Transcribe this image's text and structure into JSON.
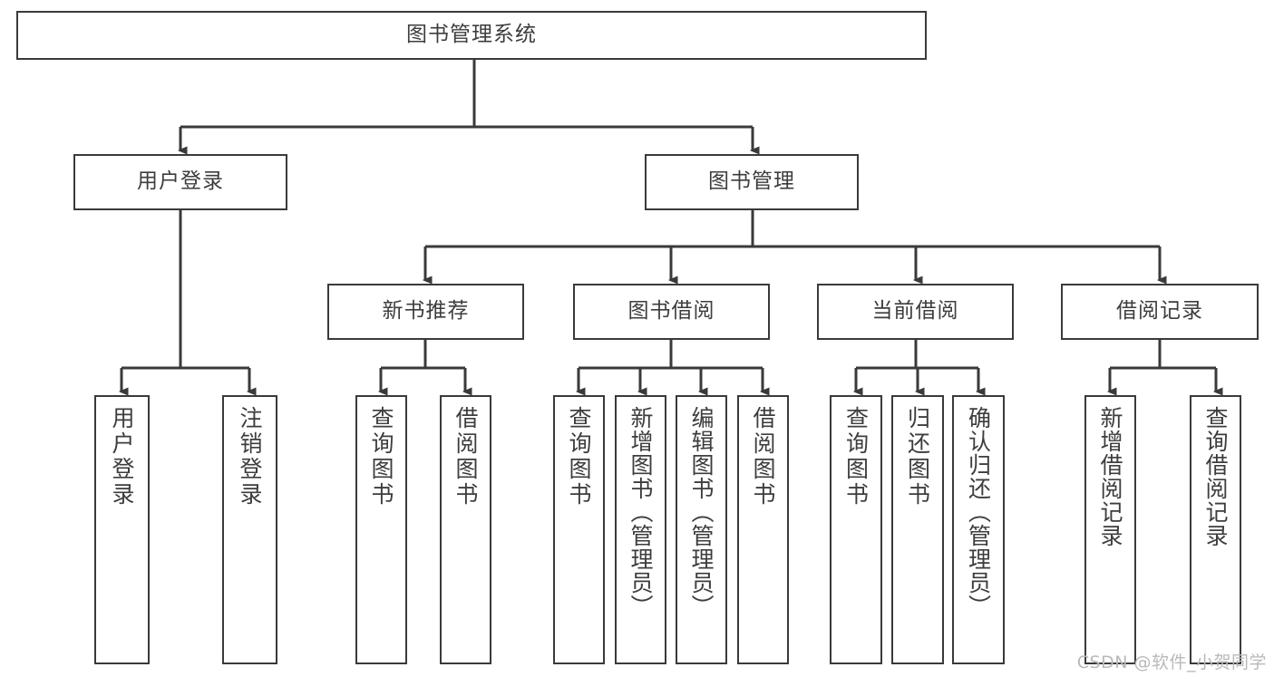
{
  "diagram": {
    "type": "tree-hierarchy",
    "title": "图书管理系统",
    "watermark": "CSDN @软件_小贺同学",
    "colors": {
      "box_border": "#3a3a3a",
      "box_fill": "#ffffff",
      "connector": "#3a3a3a",
      "text": "#3d3d3d",
      "watermark": "#b9b9b9",
      "background": "#ffffff"
    },
    "root": {
      "id": "root",
      "label": "图书管理系统"
    },
    "level2": [
      {
        "id": "user-login",
        "label": "用户登录"
      },
      {
        "id": "book-manage",
        "label": "图书管理"
      }
    ],
    "level3": [
      {
        "id": "new-book-recommend",
        "label": "新书推荐"
      },
      {
        "id": "book-borrow",
        "label": "图书借阅"
      },
      {
        "id": "current-borrow",
        "label": "当前借阅"
      },
      {
        "id": "borrow-record",
        "label": "借阅记录"
      }
    ],
    "leaves": {
      "user_login": [
        {
          "id": "leaf-user-login",
          "label": "用户登录"
        },
        {
          "id": "leaf-logout-login",
          "label": "注销登录"
        }
      ],
      "new_book_recommend": [
        {
          "id": "leaf-query-book-1",
          "label": "查询图书"
        },
        {
          "id": "leaf-borrow-book-1",
          "label": "借阅图书"
        }
      ],
      "book_borrow": [
        {
          "id": "leaf-query-book-2",
          "label": "查询图书"
        },
        {
          "id": "leaf-add-book",
          "label": "新增图书（管理员）"
        },
        {
          "id": "leaf-edit-book",
          "label": "编辑图书（管理员）"
        },
        {
          "id": "leaf-borrow-book-2",
          "label": "借阅图书"
        }
      ],
      "current_borrow": [
        {
          "id": "leaf-query-book-3",
          "label": "查询图书"
        },
        {
          "id": "leaf-return-book",
          "label": "归还图书"
        },
        {
          "id": "leaf-confirm-return",
          "label": "确认归还（管理员）"
        }
      ],
      "borrow_record": [
        {
          "id": "leaf-add-record",
          "label": "新增借阅记录"
        },
        {
          "id": "leaf-query-record",
          "label": "查询借阅记录"
        }
      ]
    }
  }
}
